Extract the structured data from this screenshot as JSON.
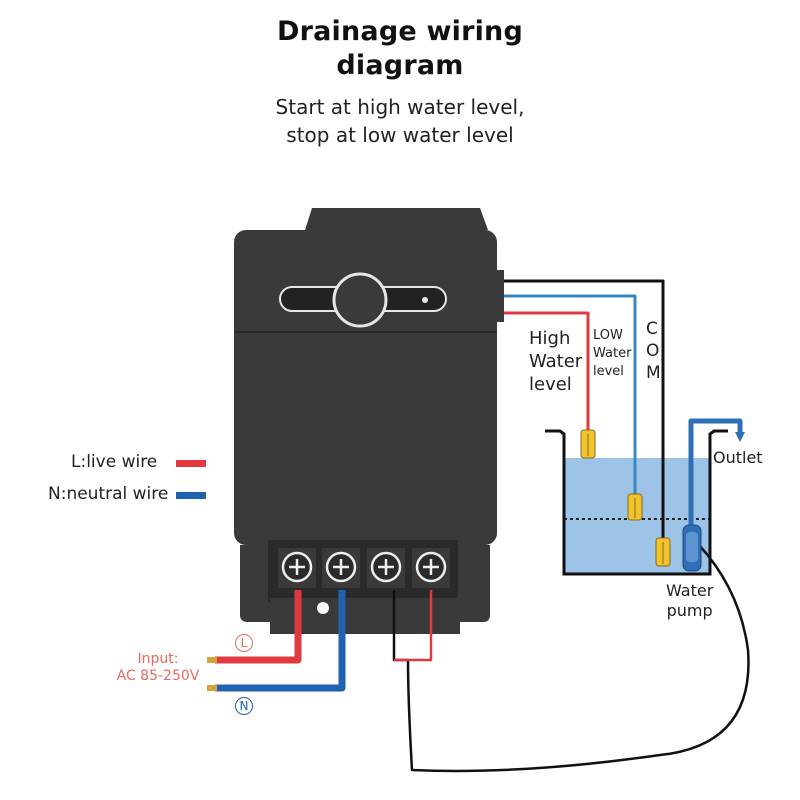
{
  "title_line1": "Drainage wiring",
  "title_line2": "diagram",
  "subtitle_line1": "Start at high water level,",
  "subtitle_line2": "stop at low water level",
  "legend": {
    "live": {
      "label": "L:live wire",
      "color": "#e03a3e"
    },
    "neutral": {
      "label": "N:neutral wire",
      "color": "#1e62b0"
    }
  },
  "labels": {
    "high_water_level": [
      "High",
      "Water",
      "level"
    ],
    "low_water_level": [
      "LOW",
      "Water",
      "level"
    ],
    "com": [
      "C",
      "O",
      "M"
    ],
    "outlet": "Outlet",
    "water_pump": [
      "Water",
      "pump"
    ],
    "input": [
      "Input:",
      "AC 85-250V"
    ],
    "l_marker": "L",
    "n_marker": "N"
  },
  "colors": {
    "device_body": "#3a3a3a",
    "water": "#9dc3e6",
    "float_switch": "#f2c330",
    "wire_black": "#111111",
    "input_text": "#e8695e"
  }
}
